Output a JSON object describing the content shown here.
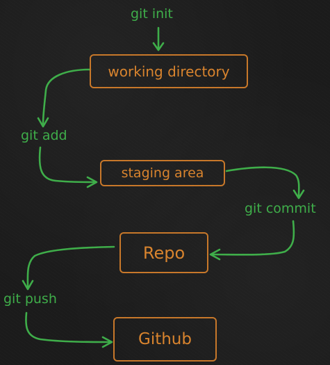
{
  "nodes": {
    "working_directory": "working directory",
    "staging_area": "staging area",
    "repo": "Repo",
    "github": "Github"
  },
  "commands": {
    "init": "git init",
    "add": "git add",
    "commit": "git commit",
    "push": "git push"
  },
  "colors": {
    "background": "#1b1b1b",
    "box_border": "#c8782a",
    "box_text": "#d9842e",
    "arrow": "#3fae4a",
    "command_text": "#3fae4a"
  }
}
